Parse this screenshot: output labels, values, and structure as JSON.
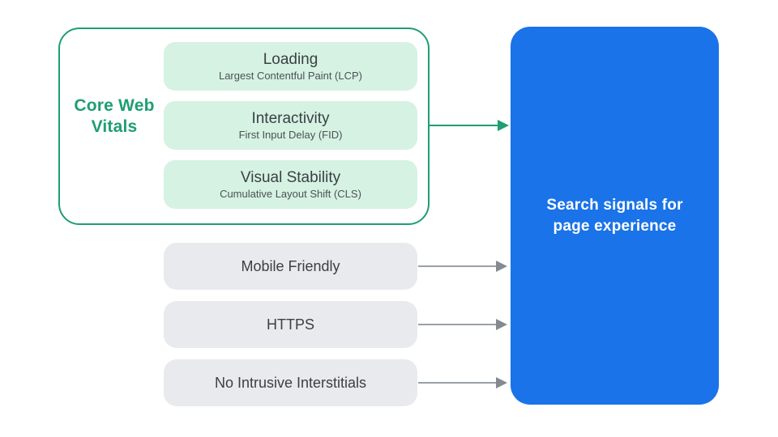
{
  "diagram_title": "Search signals for page experience diagram",
  "colors": {
    "accent_green": "#1e9e72",
    "vital_fill": "#d5f2e3",
    "pill_fill": "#e8eaed",
    "result_blue": "#1a73e8",
    "text_dark": "#3c4043",
    "text_subtle": "#4d5156",
    "arrow_gray": "#9aa0a6",
    "result_text": "#ffffff",
    "background": "#ffffff"
  },
  "core_web_vitals": {
    "label": "Core Web Vitals",
    "items": [
      {
        "title": "Loading",
        "subtitle": "Largest Contentful Paint (LCP)"
      },
      {
        "title": "Interactivity",
        "subtitle": "First Input Delay (FID)"
      },
      {
        "title": "Visual Stability",
        "subtitle": "Cumulative Layout Shift (CLS)"
      }
    ]
  },
  "other_signals": [
    {
      "label": "Mobile Friendly"
    },
    {
      "label": "HTTPS"
    },
    {
      "label": "No Intrusive Interstitials"
    }
  ],
  "result": {
    "label": "Search signals for page experience"
  },
  "arrows": [
    {
      "from": "core-web-vitals",
      "to": "result",
      "color": "green"
    },
    {
      "from": "mobile-friendly",
      "to": "result",
      "color": "gray"
    },
    {
      "from": "https",
      "to": "result",
      "color": "gray"
    },
    {
      "from": "no-intrusive-interstitials",
      "to": "result",
      "color": "gray"
    }
  ]
}
